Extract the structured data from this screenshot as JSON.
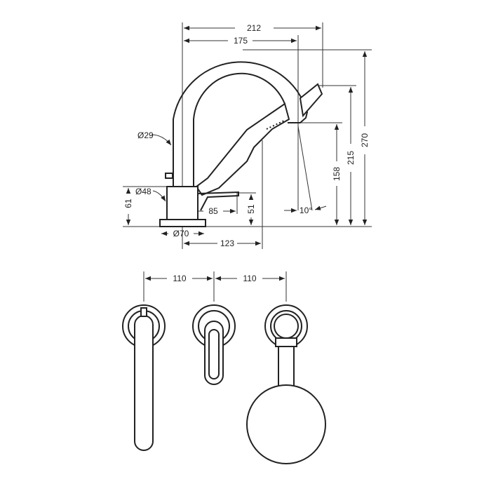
{
  "title": "Bath mixer 3-hole dimension drawing",
  "side_view": {
    "dims": {
      "width_total": "212",
      "width_spout": "175",
      "height_total": "270",
      "height_handshower": "215",
      "height_outlet": "158",
      "height_body": "61",
      "height_lever": "51",
      "lever_reach": "85",
      "outlet_reach": "123",
      "dia_spout": "Ø29",
      "dia_body": "Ø48",
      "dia_base": "Ø70",
      "angle": "10°"
    }
  },
  "top_view": {
    "dims": {
      "spacing_left": "110",
      "spacing_right": "110"
    }
  }
}
